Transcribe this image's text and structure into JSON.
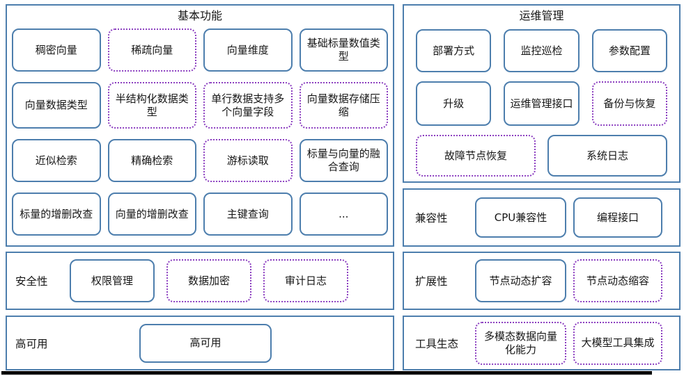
{
  "colors": {
    "panel_border_blue": "#4d7ead",
    "dotted_box_purple": "#8c3fc0"
  },
  "panels": {
    "basic": {
      "title": "基本功能",
      "boxes": [
        "稠密向量",
        "稀疏向量",
        "向量维度",
        "基础标量数值类型",
        "向量数据类型",
        "半结构化数据类型",
        "单行数据支持多个向量字段",
        "向量数据存储压缩",
        "近似检索",
        "精确检索",
        "游标读取",
        "标量与向量的融合查询",
        "标量的增删改查",
        "向量的增删改查",
        "主键查询",
        "..."
      ]
    },
    "ops": {
      "title": "运维管理",
      "boxes": [
        "部署方式",
        "监控巡检",
        "参数配置",
        "升级",
        "运维管理接口",
        "备份与恢复",
        "故障节点恢复",
        "系统日志"
      ]
    },
    "compat": {
      "label": "兼容性",
      "boxes": [
        "CPU兼容性",
        "编程接口"
      ]
    },
    "security": {
      "label": "安全性",
      "boxes": [
        "权限管理",
        "数据加密",
        "审计日志"
      ]
    },
    "scalability": {
      "label": "扩展性",
      "boxes": [
        "节点动态扩容",
        "节点动态缩容"
      ]
    },
    "ha": {
      "label": "高可用",
      "boxes": [
        "高可用"
      ]
    },
    "tools": {
      "label": "工具生态",
      "boxes": [
        "多模态数据向量化能力",
        "大模型工具集成"
      ]
    }
  }
}
